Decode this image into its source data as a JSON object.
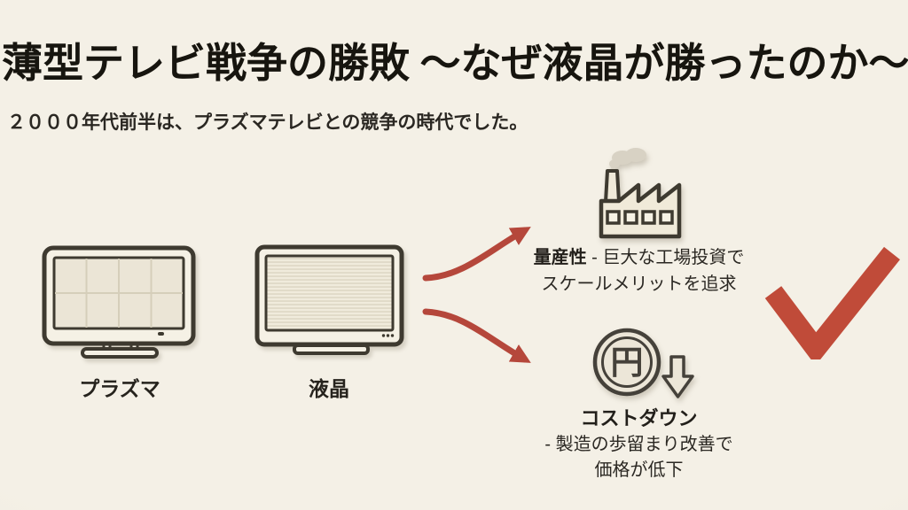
{
  "slide": {
    "title": "薄型テレビ戦争の勝敗 〜なぜ液晶が勝ったのか〜",
    "subtitle": "２０００年代前半は、プラズマテレビとの競争の時代でした。"
  },
  "tvs": {
    "plasma_label": "プラズマ",
    "lcd_label": "液晶"
  },
  "advantages": {
    "mass_production": {
      "heading": "量産性",
      "line1_rest": " - 巨大な工場投資で",
      "line2": "スケールメリットを追求"
    },
    "cost_down": {
      "heading": "コストダウン",
      "line1": "- 製造の歩留まり改善で",
      "line2": "価格が低下"
    }
  },
  "icons": {
    "yen_symbol": "円",
    "factory": "factory-icon",
    "yen_coin": "yen-coin-icon",
    "price_down_arrow": "arrow-down-icon",
    "winner_check": "checkmark-icon",
    "branch_arrows": "curved-arrow-icon"
  },
  "colors": {
    "background": "#f2eee3",
    "ink": "#26231d",
    "line_outline": "#3e3a30",
    "fill_cream": "#f4f0e4",
    "screen_fill": "#ebe5d6",
    "arrow_red": "#b5473b",
    "check_red": "#c04b39",
    "smoke_gray": "#d8d2c4"
  }
}
